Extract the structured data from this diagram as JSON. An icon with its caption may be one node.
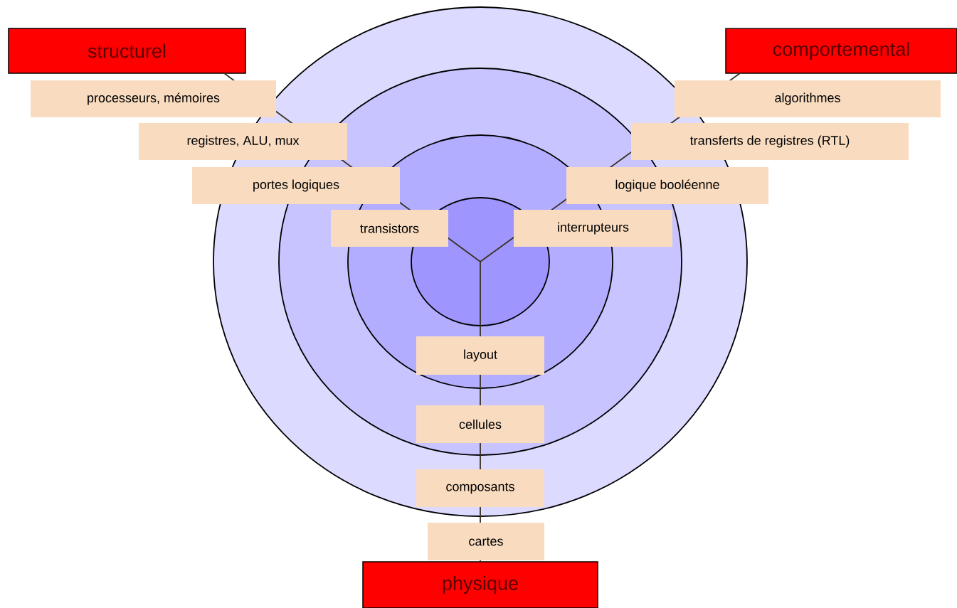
{
  "diagram": {
    "nodes": [
      {
        "text": [
          "structurel"
        ]
      },
      {
        "text": [
          "comportemental"
        ]
      },
      {
        "text": [
          "processeurs, mémoires"
        ]
      },
      {
        "text": [
          "algorithmes"
        ]
      },
      {
        "text": [
          "registres, ALU, mux"
        ]
      },
      {
        "text": [
          "transferts de registres (RTL)"
        ]
      },
      {
        "text": [
          "portes logiques"
        ]
      },
      {
        "text": [
          "logique booléenne"
        ]
      },
      {
        "text": [
          "transistors"
        ]
      },
      {
        "text": [
          "interrupteurs"
        ]
      },
      {
        "text": [
          "layout"
        ]
      },
      {
        "text": [
          "cellules"
        ]
      },
      {
        "text": [
          "composants"
        ]
      },
      {
        "text": [
          "cartes"
        ]
      },
      {
        "text": [
          "physique"
        ]
      }
    ],
    "edges": [
      {
        "from": 0,
        "to": null,
        "arrow": "none"
      },
      {
        "from": 1,
        "to": null,
        "arrow": "none"
      },
      {
        "from": 14,
        "to": null,
        "arrow": "none"
      }
    ]
  }
}
